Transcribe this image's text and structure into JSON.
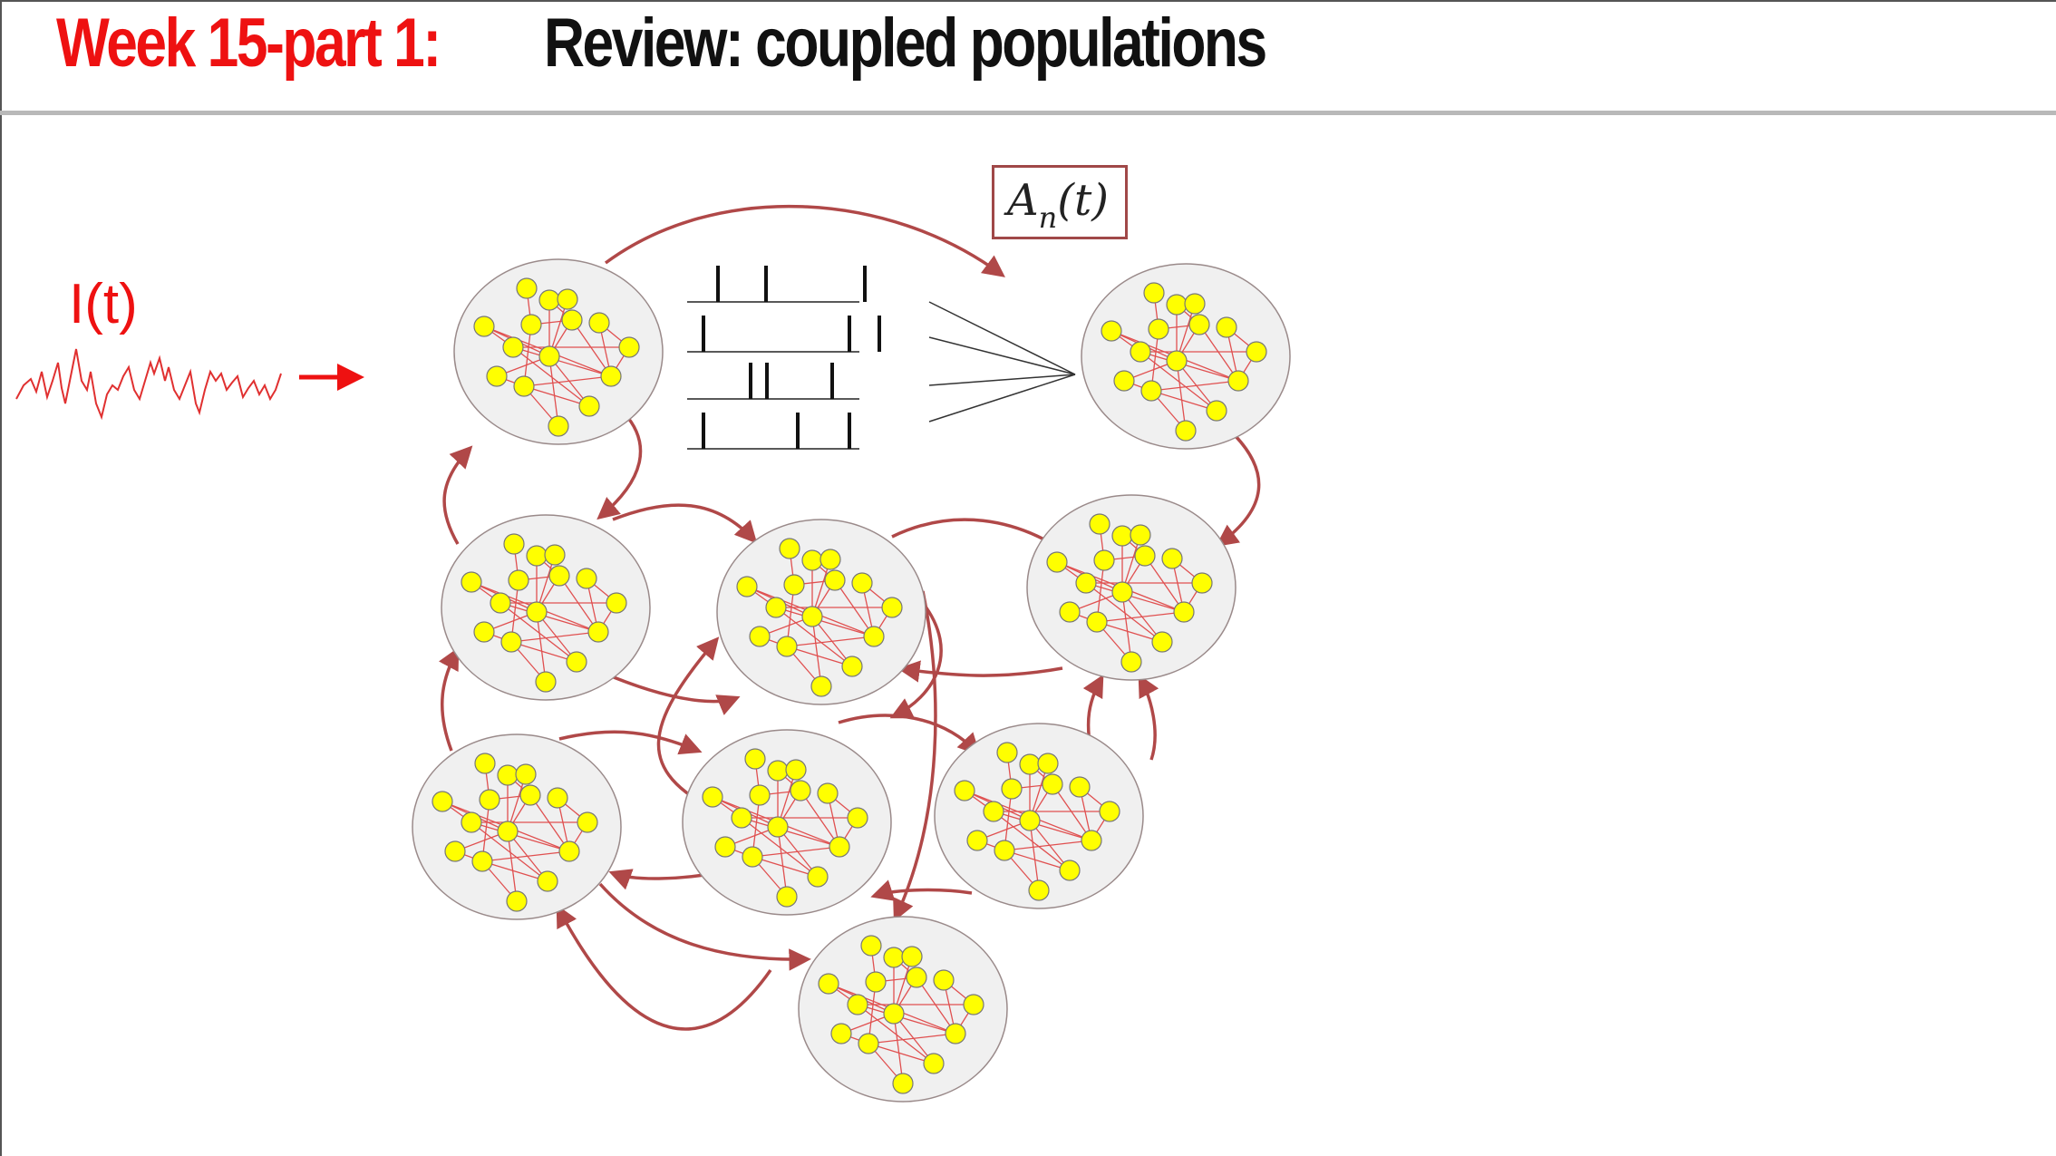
{
  "slide": {
    "title_part1": "Week 15-part 1:",
    "title_part2": "Review: coupled populations"
  },
  "input": {
    "label": "I(t)"
  },
  "activity": {
    "symbol": "A",
    "subscript": "n",
    "argument": "(t)"
  },
  "colors": {
    "title_accent": "#ee1111",
    "arrow": "#b04848",
    "neuron_fill": "#ffff00",
    "neuron_stroke": "#777777",
    "synapse": "#e05050",
    "population_fill": "#f0f0f0",
    "population_stroke": "#9a8a8a"
  },
  "populations": [
    {
      "id": "pop-1",
      "name": "population-top-left"
    },
    {
      "id": "pop-2",
      "name": "population-top-right"
    },
    {
      "id": "pop-3",
      "name": "population-middle-left"
    },
    {
      "id": "pop-4",
      "name": "population-middle-center"
    },
    {
      "id": "pop-5",
      "name": "population-middle-right"
    },
    {
      "id": "pop-6",
      "name": "population-lower-left"
    },
    {
      "id": "pop-7",
      "name": "population-lower-center"
    },
    {
      "id": "pop-8",
      "name": "population-lower-right"
    },
    {
      "id": "pop-9",
      "name": "population-bottom"
    }
  ],
  "spike_trains": [
    {
      "name": "spike-train-1"
    },
    {
      "name": "spike-train-2"
    },
    {
      "name": "spike-train-3"
    },
    {
      "name": "spike-train-4"
    }
  ]
}
